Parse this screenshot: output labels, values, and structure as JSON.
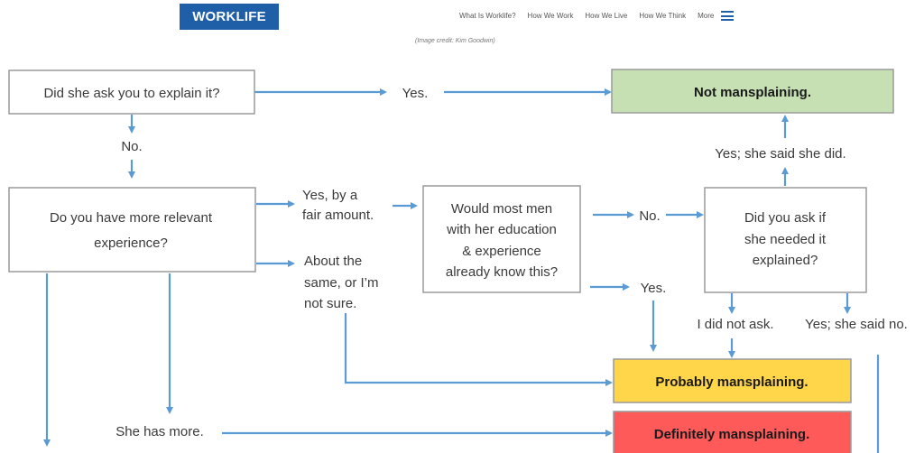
{
  "header": {
    "logo": "WORKLIFE",
    "nav": [
      "What Is Worklife?",
      "How We Work",
      "How We Live",
      "How We Think",
      "More"
    ],
    "credit": "(Image credit: Kim Goodwin)"
  },
  "flow": {
    "q_explain": "Did she ask you to explain it?",
    "yes1": "Yes.",
    "not": "Not mansplaining.",
    "no1": "No.",
    "yes_she_did": "Yes; she said she did.",
    "q_experience_1": "Do you have more relevant",
    "q_experience_2": "experience?",
    "yes_fair_1": "Yes, by a",
    "yes_fair_2": "fair amount.",
    "about_1": "About the",
    "about_2": "same, or I’m",
    "about_3": "not sure.",
    "q_men_1": "Would most men",
    "q_men_2": "with her education",
    "q_men_3": "& experience",
    "q_men_4": "already know this?",
    "no2": "No.",
    "yes2": "Yes.",
    "q_ask_1": "Did you ask if",
    "q_ask_2": "she needed it",
    "q_ask_3": "explained?",
    "did_not_ask": "I did not ask.",
    "yes_she_no": "Yes; she said no.",
    "probably": "Probably mansplaining.",
    "she_more": "She has more.",
    "definitely": "Definitely mansplaining.",
    "colors": {
      "green": "#c6e0b4",
      "yellow": "#ffd54a",
      "red": "#ff5a5a",
      "arrow": "#5b9bd5"
    }
  }
}
